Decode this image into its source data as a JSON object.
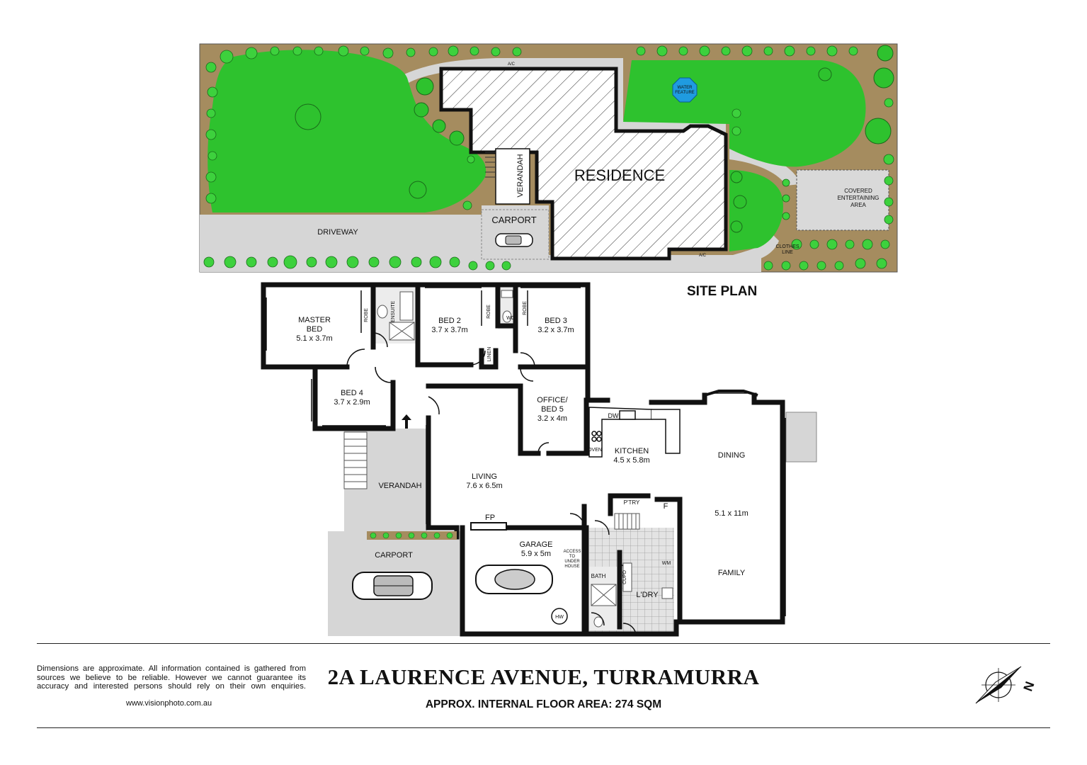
{
  "site_plan": {
    "title": "SITE PLAN",
    "labels": {
      "residence": "RESIDENCE",
      "driveway": "DRIVEWAY",
      "carport": "CARPORT",
      "verandah": "VERANDAH",
      "water_feature_1": "WATER",
      "water_feature_2": "FEATURE",
      "covered_1": "COVERED",
      "covered_2": "ENTERTAINING",
      "covered_3": "AREA",
      "clothes_1": "CLOTHES",
      "clothes_2": "LINE",
      "ac_top": "A/C",
      "ac_bottom": "A/C"
    }
  },
  "floor_plan": {
    "rooms": {
      "master_bed_1": "MASTER",
      "master_bed_2": "BED",
      "master_bed_size": "5.1 x 3.7m",
      "ensuite": "ENSUITE",
      "robe_1": "ROBE",
      "bed2": "BED 2",
      "bed2_size": "3.7 x 3.7m",
      "robe_2": "ROBE",
      "wc": "WC",
      "robe_3": "ROBE",
      "bed3": "BED 3",
      "bed3_size": "3.2 x 3.7m",
      "linen": "LINEN",
      "bed4": "BED 4",
      "bed4_size": "3.7 x 2.9m",
      "office_1": "OFFICE/",
      "office_2": "BED 5",
      "office_size": "3.2 x 4m",
      "dw": "DW",
      "oven": "OVEN",
      "kitchen": "KITCHEN",
      "kitchen_size": "4.5 x 5.8m",
      "dining": "DINING",
      "living": "LIVING",
      "living_size": "7.6 x 6.5m",
      "verandah": "VERANDAH",
      "fp": "FP",
      "ptry": "P'TRY",
      "f": "F",
      "dining_family_size": "5.1 x 11m",
      "family": "FAMILY",
      "carport": "CARPORT",
      "garage": "GARAGE",
      "garage_size": "5.9 x 5m",
      "access_1": "ACCESS",
      "access_2": "TO",
      "access_3": "UNDER",
      "access_4": "HOUSE",
      "bath": "BATH",
      "cupd": "CUPD",
      "ldry": "L'DRY",
      "wm": "WM",
      "hw": "HW"
    }
  },
  "footer": {
    "disclaimer": "Dimensions are approximate. All information contained is gathered from sources we believe to be reliable. However we cannot guarantee its accuracy and interested persons should rely on their own enquiries.",
    "website": "www.visionphoto.com.au",
    "address": "2A LAURENCE AVENUE, TURRAMURRA",
    "area": "APPROX. INTERNAL FLOOR AREA: 274 SQM",
    "compass_letter": "N"
  },
  "colors": {
    "lawn": "#2ec22e",
    "garden_bed": "#a58c5f",
    "paving": "#d6d6d6",
    "hatch_wall": "#111111",
    "water": "#1f9be0",
    "tile": "#d9d9d9",
    "wet_area": "#cfcfcf"
  }
}
